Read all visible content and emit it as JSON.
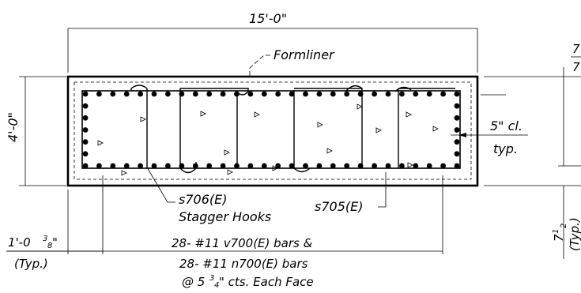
{
  "labels": {
    "top_width": "15'-0\"",
    "formliner": "Formliner",
    "height": "4'-0\"",
    "clear_cover_1": "5\" cl.",
    "clear_cover_2": "typ.",
    "stirrup_left_1": "s706(E)",
    "stirrup_left_2": "Stagger Hooks",
    "stirrup_right": "s705(E)",
    "edge_offset_1": "1'-0",
    "edge_offset_frac_num": "3",
    "edge_offset_frac_den": "8",
    "edge_offset_2": "(Typ.)",
    "bars_line1": "28- #11 v700(E) bars &",
    "bars_line2": "28- #11 n700(E) bars",
    "bars_line3_a": "@ 5",
    "bars_line3_frac_num": "3",
    "bars_line3_frac_den": "4",
    "bars_line3_b": "\" cts. Each Face",
    "right_top_a": "7",
    "right_top_b": "7",
    "right_side_whole": "7",
    "right_side_num": "1",
    "right_side_den": "2",
    "right_side_typ": "(Typ.)"
  },
  "icons": [
    "triangle-aggregate-icon",
    "rebar-dot-icon"
  ]
}
